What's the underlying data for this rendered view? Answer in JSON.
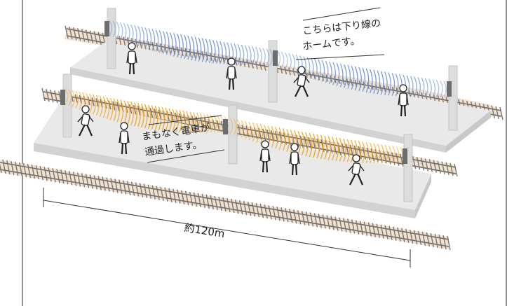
{
  "callouts": {
    "upper": {
      "line1": "こちらは下り線の",
      "line2": "ホームです。"
    },
    "lower": {
      "line1": "まもなく電車が",
      "line2": "通過します。"
    }
  },
  "dimension": {
    "label": "約120m"
  },
  "colors": {
    "upper_wave": "#6f93d6",
    "lower_wave": "#f0a31c",
    "platform_top": "#e9e9e9",
    "platform_side": "#d2d2d2",
    "rail": "#6b6b6b",
    "ballast": "#f1dcc5",
    "pole": "#d9d9d9",
    "speaker": "#6d6d6d"
  },
  "icons": {
    "person": "person-icon",
    "walking": "walking-person-icon",
    "speaker": "speaker-icon"
  }
}
